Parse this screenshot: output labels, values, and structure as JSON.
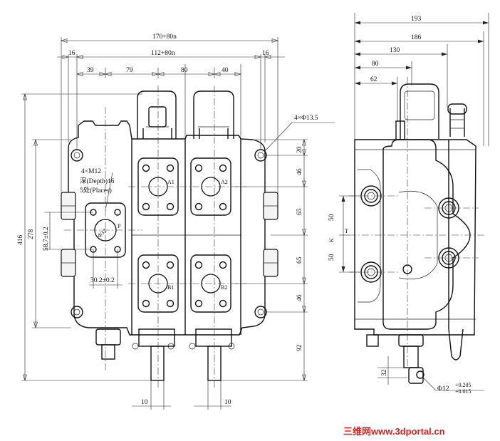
{
  "front_view": {
    "dim_overall_width": "170+80n",
    "dim_inner_width": "112+80n",
    "dim_edge_left": "16",
    "dim_edge_right": "16",
    "dim_seg_1": "39",
    "dim_seg_2": "79",
    "dim_seg_3": "80",
    "dim_seg_4": "40",
    "dim_total_height": "416",
    "dim_body_height": "278",
    "dim_port_offset": "58.7±0.2",
    "dim_port_spacing": "30.2±0.2",
    "dim_port_diameter": "Φ32",
    "dim_right_1": "20",
    "dim_right_2": "46",
    "dim_right_3": "65",
    "dim_right_4": "65",
    "dim_right_5": "46",
    "dim_right_6": "92",
    "dim_spool_left": "10",
    "dim_spool_right": "10",
    "thread_note_line1": "4×M12",
    "thread_note_line2": "深(Depth)16",
    "thread_note_line3": "5处(Places)",
    "mount_hole_note": "4×Φ13.5",
    "port_labels": {
      "a1": "A1",
      "a2": "A2",
      "b1": "B1",
      "b2": "B2",
      "p": "P"
    }
  },
  "side_view": {
    "dim_193": "193",
    "dim_186": "186",
    "dim_130": "130",
    "dim_80": "80",
    "dim_62": "62",
    "dim_50_top": "50",
    "dim_50_bottom": "50",
    "label_t": "T",
    "label_k": "K",
    "dim_32": "32",
    "shaft_note": "Φ12",
    "shaft_tol_upper": "+0.205",
    "shaft_tol_lower": "+0.015"
  },
  "watermark": "三维网www.3dportal.cn"
}
